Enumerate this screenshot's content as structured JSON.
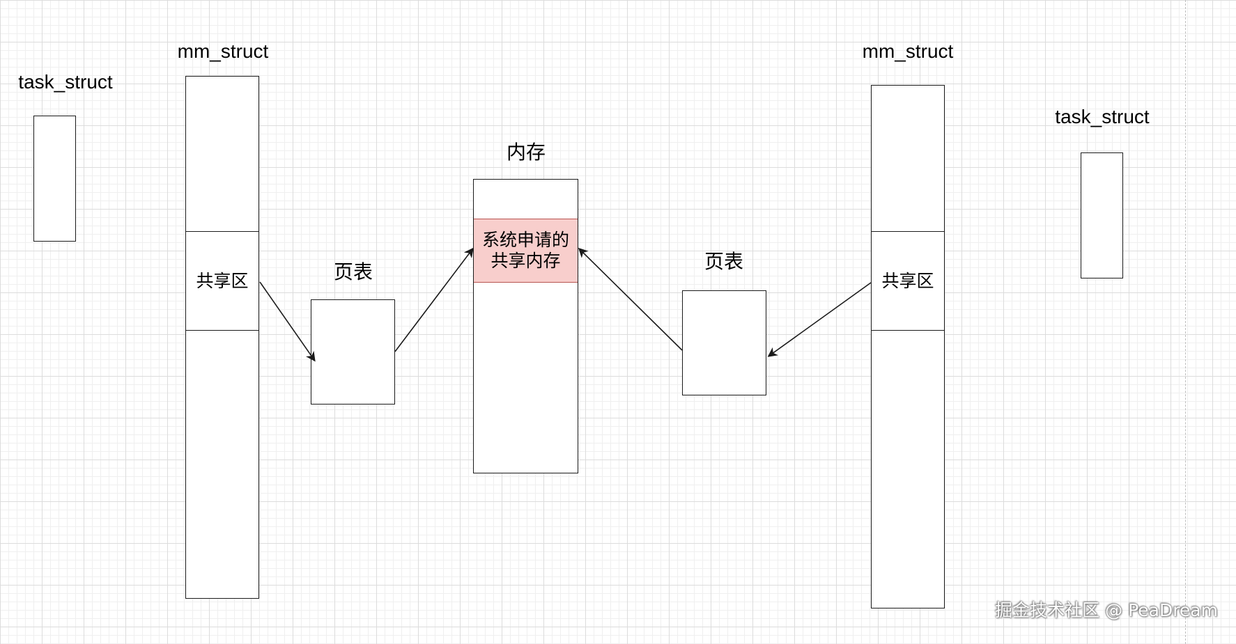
{
  "labels": {
    "task_struct_left": "task_struct",
    "mm_struct_left": "mm_struct",
    "page_table_left": "页表",
    "memory": "内存",
    "page_table_right": "页表",
    "mm_struct_right": "mm_struct",
    "task_struct_right": "task_struct"
  },
  "mm_left": {
    "shared_label": "共享区"
  },
  "mm_right": {
    "shared_label": "共享区"
  },
  "memory_block": {
    "shared_line1": "系统申请的",
    "shared_line2": "共享内存",
    "shared_fill": "#f8cecc",
    "shared_border": "#b85450"
  },
  "watermark": "掘金技术社区 @ PeaDream"
}
